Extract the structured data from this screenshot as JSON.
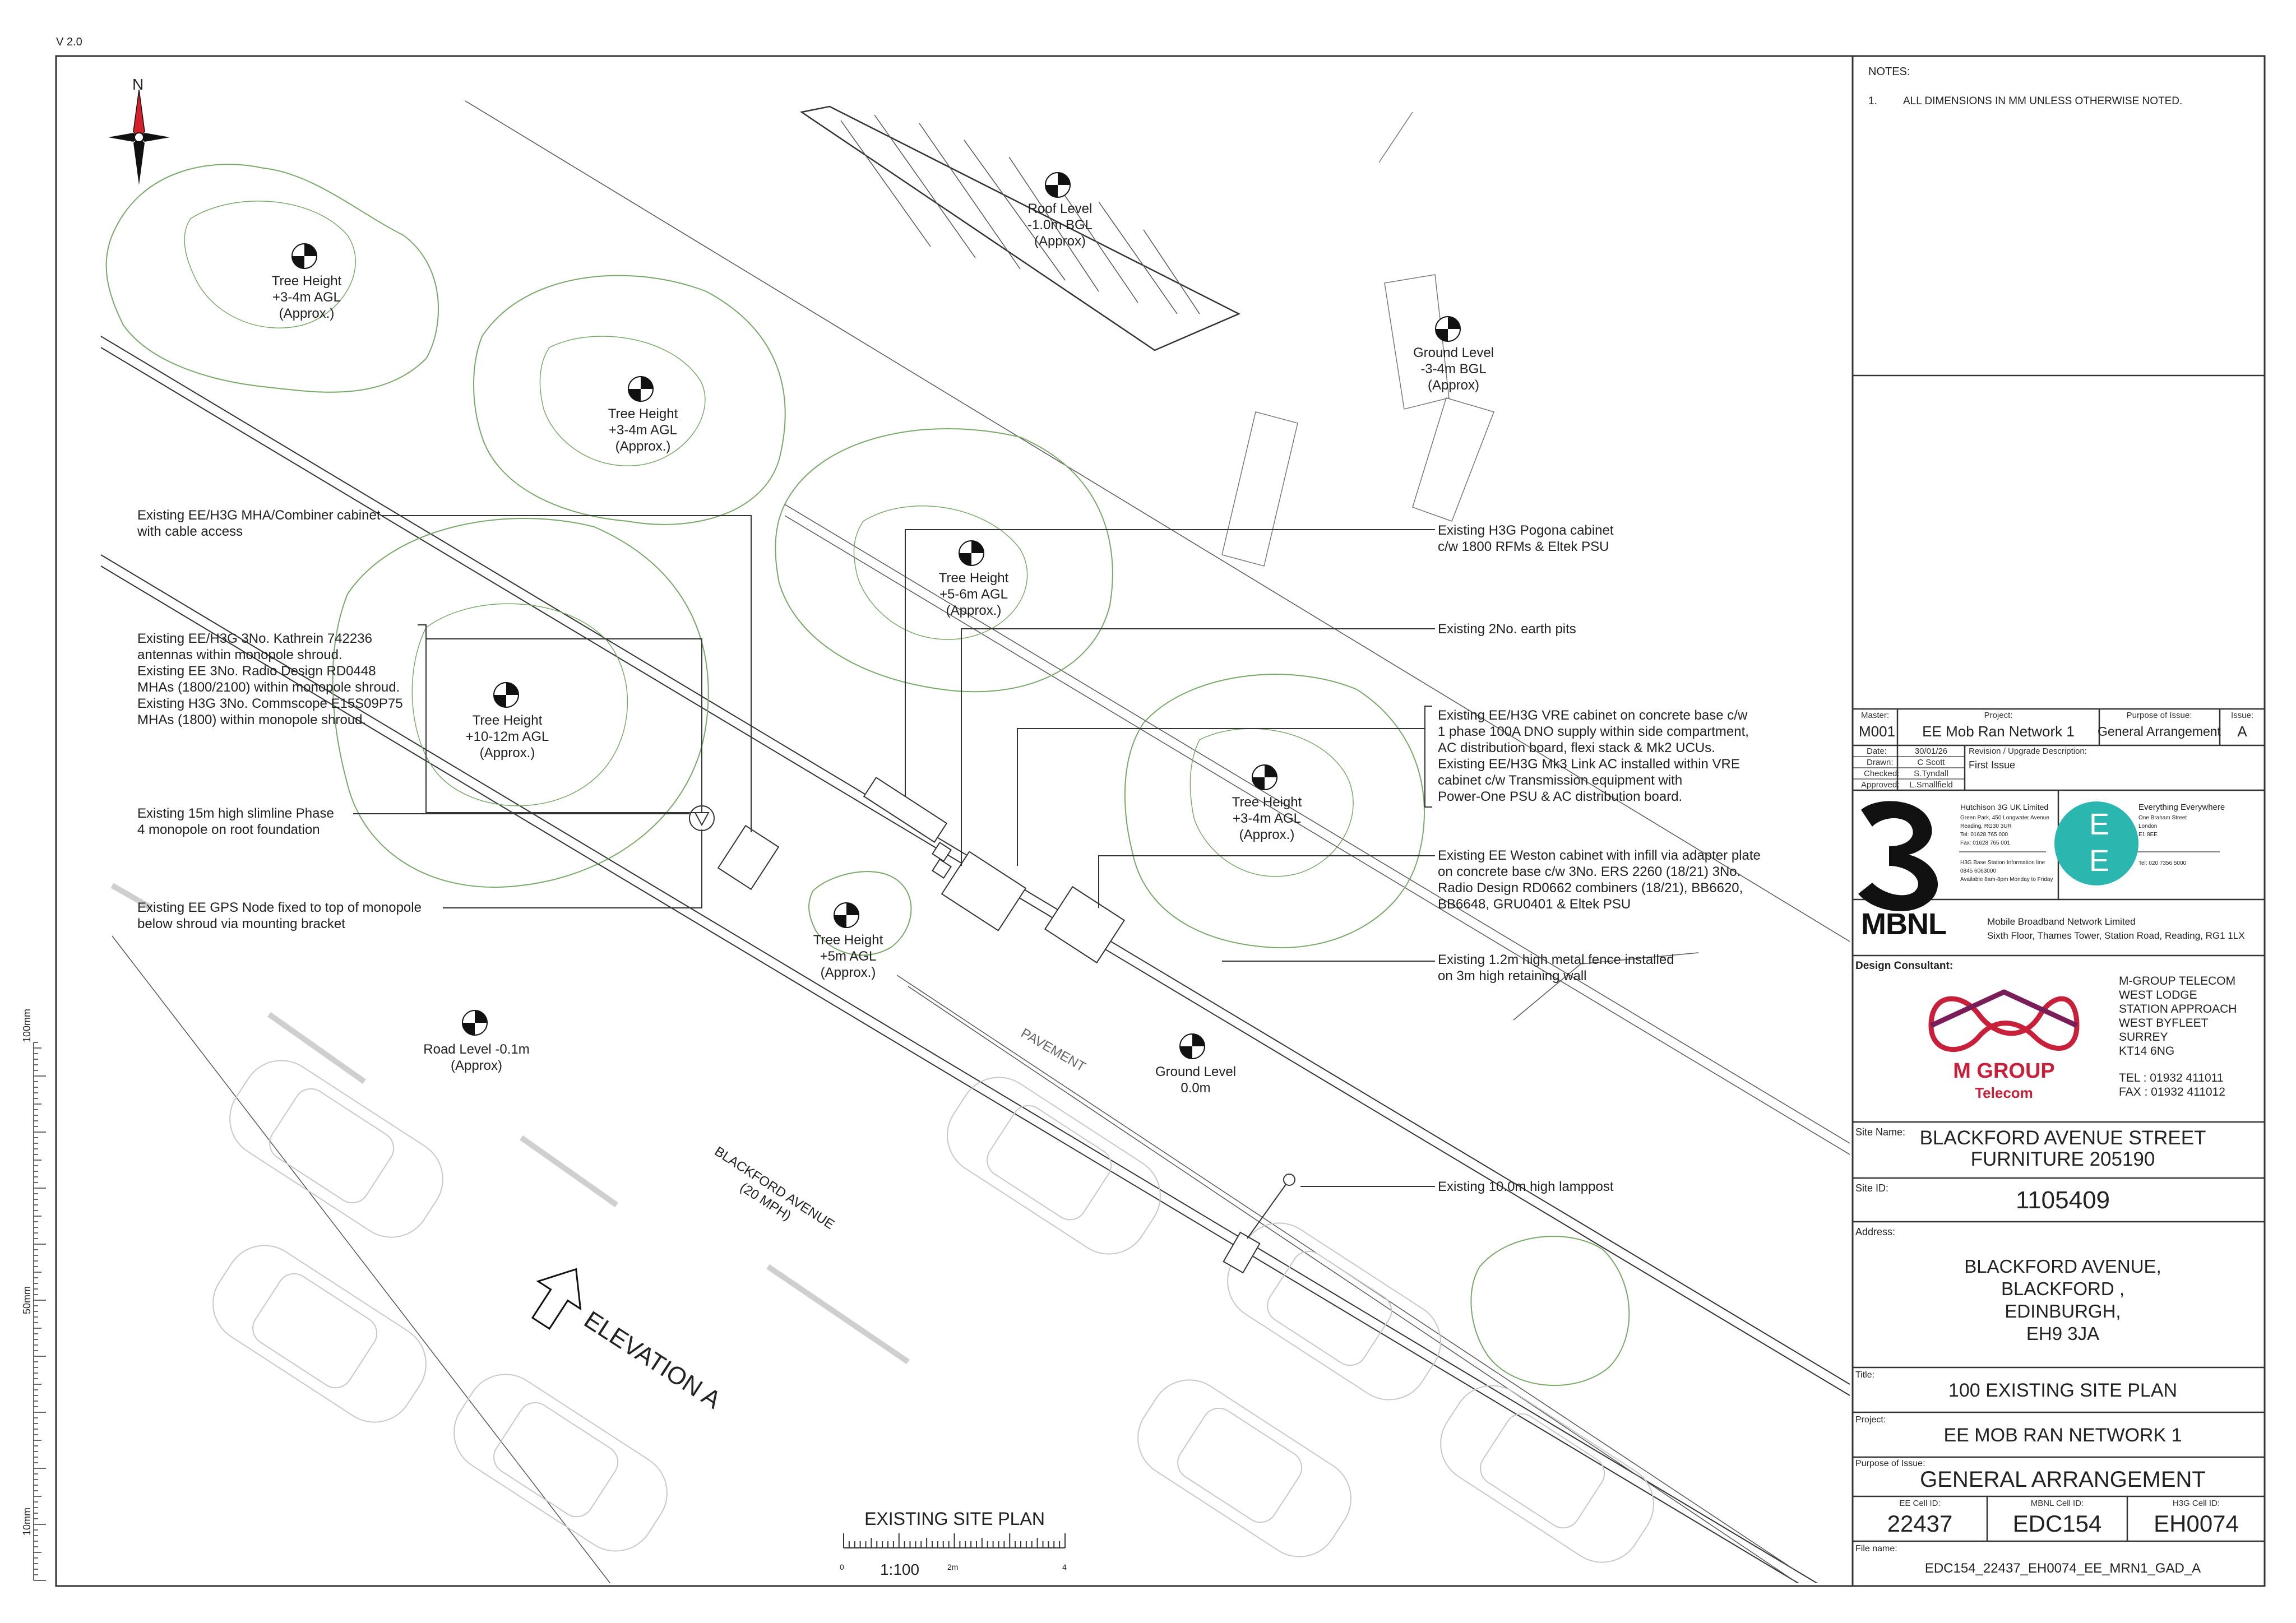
{
  "version": "V 2.0",
  "compass": {
    "label": "N"
  },
  "notes": {
    "heading": "NOTES:",
    "items": [
      {
        "num": "1.",
        "text": "ALL DIMENSIONS IN MM UNLESS OTHERWISE NOTED."
      }
    ]
  },
  "plan_labels": {
    "tree_1": [
      "Tree Height",
      "+3-4m AGL",
      "(Approx.)"
    ],
    "tree_2": [
      "Tree Height",
      "+3-4m AGL",
      "(Approx.)"
    ],
    "tree_3": [
      "Tree Height",
      "+5-6m AGL",
      "(Approx.)"
    ],
    "tree_4": [
      "Tree Height",
      "+10-12m AGL",
      "(Approx.)"
    ],
    "tree_5": [
      "Tree Height",
      "+3-4m AGL",
      "(Approx.)"
    ],
    "tree_6": [
      "Tree Height",
      "+5m AGL",
      "(Approx.)"
    ],
    "roof": [
      "Roof Level",
      "-1.0m BGL",
      "(Approx)"
    ],
    "ground_bgl": [
      "Ground Level",
      "-3-4m BGL",
      "(Approx)"
    ],
    "road": [
      "Road Level -0.1m",
      "(Approx)"
    ],
    "ground": [
      "Ground Level",
      "0.0m"
    ],
    "pavement": "PAVEMENT",
    "street": [
      "BLACKFORD AVENUE",
      "(20 MPH)"
    ],
    "elevation": "ELEVATION A"
  },
  "annotations_left": [
    [
      "Existing EE/H3G MHA/Combiner cabinet",
      "with cable access"
    ],
    [
      "Existing EE/H3G 3No. Kathrein 742236",
      "antennas within monopole shroud.",
      "Existing EE 3No. Radio Design RD0448",
      "MHAs (1800/2100) within monopole shroud.",
      "Existing H3G 3No. Commscope E15S09P75",
      "MHAs (1800) within monopole shroud."
    ],
    [
      "Existing 15m high slimline Phase",
      "4 monopole on root foundation"
    ],
    [
      "Existing EE GPS Node fixed to top of monopole",
      "below shroud via mounting bracket"
    ]
  ],
  "annotations_right": [
    [
      "Existing H3G Pogona cabinet",
      "c/w 1800 RFMs & Eltek PSU"
    ],
    [
      "Existing 2No. earth pits"
    ],
    [
      "Existing EE/H3G VRE cabinet on concrete base c/w",
      "1 phase 100A DNO supply within side compartment,",
      "AC distribution board, flexi stack & Mk2 UCUs.",
      "Existing EE/H3G Mk3 Link AC installed within VRE",
      "cabinet c/w Transmission equipment with",
      "Power-One PSU & AC distribution board."
    ],
    [
      "Existing EE Weston cabinet with infill via adapter plate",
      "on concrete base c/w 3No. ERS 2260 (18/21) 3No.",
      "Radio Design RD0662 combiners (18/21), BB6620,",
      "BB6648, GRU0401 & Eltek PSU"
    ],
    [
      "Existing 1.2m high metal fence installed",
      "on 3m high retaining wall"
    ],
    [
      "Existing 10.0m high lamppost"
    ]
  ],
  "scale_bar": {
    "title": "EXISTING SITE PLAN",
    "ratio": "1:100",
    "ticks": [
      "0",
      "2m",
      "4"
    ]
  },
  "margin_scale": [
    "100mm",
    "50mm",
    "10mm"
  ],
  "title_block": {
    "master_label": "Master:",
    "master": "M001",
    "project_label": "Project:",
    "project": "EE Mob Ran Network 1",
    "purpose_label": "Purpose of Issue:",
    "purpose": "General Arrangement",
    "issue_label": "Issue:",
    "issue": "A",
    "revision_label": "Revision / Upgrade Description:",
    "revision": "First Issue",
    "date_label": "Date:",
    "date": "30/01/26",
    "drawn_label": "Drawn:",
    "drawn": "C Scott",
    "checked_label": "Checked:",
    "checked": "S.Tyndall",
    "approved_label": "Approved:",
    "approved": "L.Smallfield",
    "h3g": {
      "name": "Hutchison 3G UK Limited",
      "address": [
        "Green Park, 450 Longwater Avenue",
        "Reading, RG30 3UR",
        "Tel: 01628 765 000",
        "Fax: 01628 765 001"
      ],
      "info": [
        "H3G Base Station Information line",
        "0845 6063000",
        "Available 8am-8pm Monday to Friday"
      ]
    },
    "ee": {
      "name": "Everything Everywhere",
      "address": [
        "One Braham Street",
        "London",
        "E1 8EE"
      ],
      "tel": "Tel: 020 7356 5000",
      "logo_letters": [
        "E",
        "E"
      ]
    },
    "mbnl": {
      "logo": "MBNL",
      "name": "Mobile Broadband Network Limited",
      "address": "Sixth Floor, Thames Tower,  Station Road, Reading, RG1 1LX"
    },
    "consultant_label": "Design Consultant:",
    "mgroup": {
      "logo_main": "M GROUP",
      "logo_sub": "Telecom",
      "address": [
        "M-GROUP TELECOM",
        "WEST LODGE",
        "STATION APPROACH",
        "WEST BYFLEET",
        "SURREY",
        "KT14 6NG"
      ],
      "tel": "TEL : 01932 411011",
      "fax": "FAX : 01932 411012"
    },
    "site_name_label": "Site Name:",
    "site_name": [
      "BLACKFORD AVENUE STREET",
      "FURNITURE 205190"
    ],
    "site_id_label": "Site ID:",
    "site_id": "1105409",
    "address_label": "Address:",
    "address": [
      "BLACKFORD AVENUE,",
      "BLACKFORD ,",
      "EDINBURGH,",
      "EH9 3JA"
    ],
    "title_label": "Title:",
    "title": "100 EXISTING SITE PLAN",
    "project2_label": "Project:",
    "project2": "EE MOB RAN NETWORK 1",
    "purpose2_label": "Purpose of Issue:",
    "purpose2": "GENERAL ARRANGEMENT",
    "ee_cell_label": "EE Cell ID:",
    "ee_cell": "22437",
    "mbnl_cell_label": "MBNL Cell ID:",
    "mbnl_cell": "EDC154",
    "h3g_cell_label": "H3G Cell ID:",
    "h3g_cell": "EH0074",
    "file_label": "File name:",
    "file": "EDC154_22437_EH0074_EE_MRN1_GAD_A"
  },
  "colors": {
    "line": "#333333",
    "tree": "#7aa86a",
    "car": "#c8c8c8",
    "mgroup_red": "#c8203a",
    "ee_teal": "#2bb6b0",
    "compass_red": "#d4202a"
  }
}
